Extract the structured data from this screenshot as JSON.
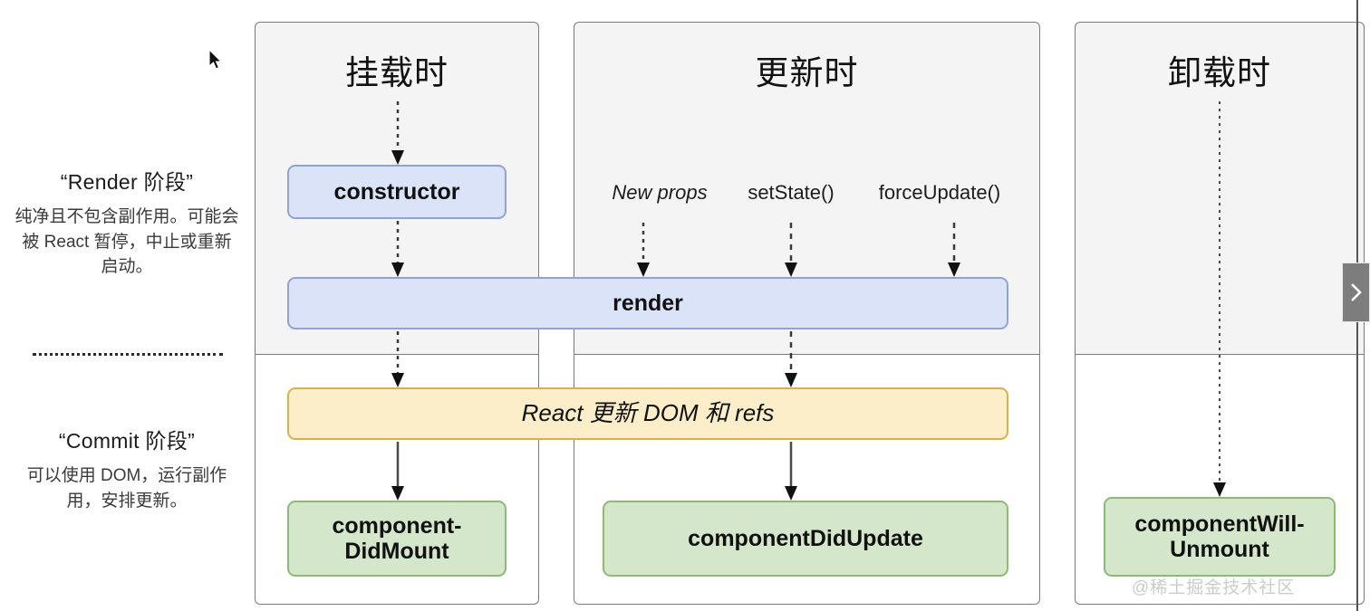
{
  "legend": {
    "render_phase": {
      "title": "“Render 阶段”",
      "body": "纯净且不包含副作用。可能会被 React 暂停，中止或重新启动。"
    },
    "commit_phase": {
      "title": "“Commit 阶段”",
      "body": "可以使用 DOM，运行副作用，安排更新。"
    }
  },
  "columns": {
    "mount": {
      "heading": "挂载时"
    },
    "update": {
      "heading": "更新时"
    },
    "unmount": {
      "heading": "卸载时"
    }
  },
  "triggers": {
    "new_props": "New props",
    "set_state": "setState()",
    "force_update": "forceUpdate()"
  },
  "nodes": {
    "constructor": "constructor",
    "render": "render",
    "dom_refs": "React 更新 DOM 和 refs",
    "did_mount_line1": "component-",
    "did_mount_line2": "DidMount",
    "did_update": "componentDidUpdate",
    "will_unmount_line1": "componentWill-",
    "will_unmount_line2": "Unmount"
  },
  "watermark": "@稀土掘金技术社区",
  "colors": {
    "blue_fill": "#dae3f7",
    "blue_border": "#8fa4d0",
    "yellow_fill": "#fbeec8",
    "yellow_border": "#d7b24c",
    "green_fill": "#d4e7ca",
    "green_border": "#8bbb74",
    "band_fill": "#f4f4f4",
    "band_border": "#7b7b7b"
  }
}
